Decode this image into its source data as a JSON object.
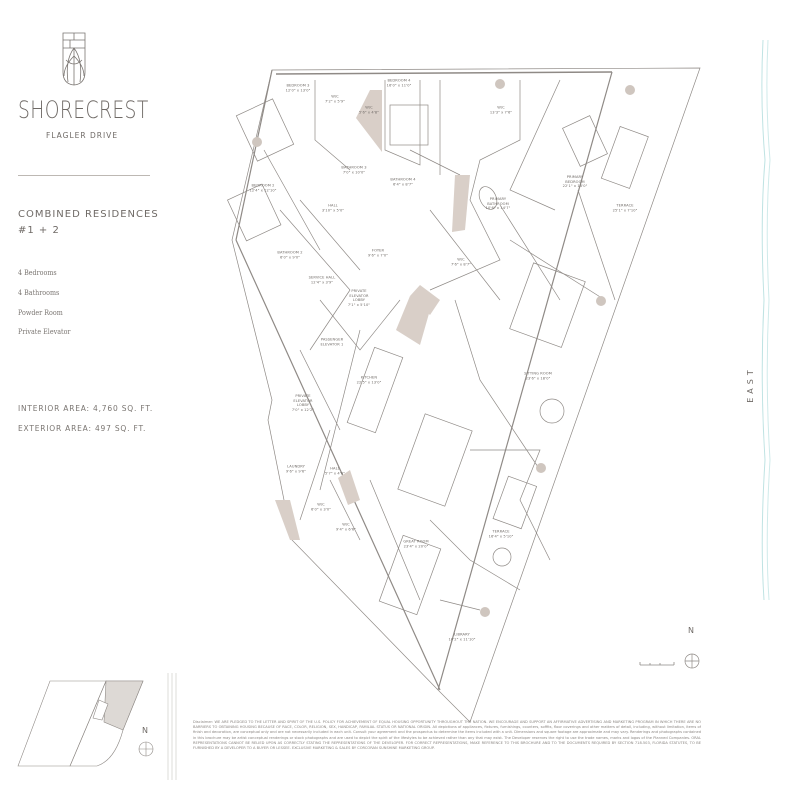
{
  "brand": {
    "name": "SHORECREST",
    "subtitle": "FLAGLER DRIVE",
    "logo": "shield-fan-logo"
  },
  "residence": {
    "title_line1": "COMBINED RESIDENCES",
    "title_line2": "#1 + 2",
    "features": [
      "4 Bedrooms",
      "4 Bathrooms",
      "Powder Room",
      "Private Elevator"
    ],
    "interior_area": "INTERIOR AREA: 4,760 SQ. FT.",
    "exterior_area": "EXTERIOR AREA: 497 SQ. FT."
  },
  "rooms": [
    {
      "name": "BEDROOM 3",
      "size": "12'0\" x 13'0\""
    },
    {
      "name": "W/C",
      "size": "7'2\" x 5'9\""
    },
    {
      "name": "W/C",
      "size": "5'6\" x 4'8\""
    },
    {
      "name": "BEDROOM 4",
      "size": "16'0\" x 11'0\""
    },
    {
      "name": "W/C",
      "size": "13'3\" x 7'6\""
    },
    {
      "name": "PRIMARY\nBEDROOM",
      "size": "22'1\" x 16'0\""
    },
    {
      "name": "TERRACE",
      "size": "25'1\" x 7'10\""
    },
    {
      "name": "BEDROOM 2",
      "size": "12'4\" x 12'10\""
    },
    {
      "name": "BATHROOM 3",
      "size": "7'0\" x 10'0\""
    },
    {
      "name": "BATHROOM 4",
      "size": "6'4\" x 8'7\""
    },
    {
      "name": "HALL",
      "size": "3'10\" x 5'0\""
    },
    {
      "name": "PRIMARY\nBATHROOM",
      "size": "10'6\" x 14'7\""
    },
    {
      "name": "W/C",
      "size": "7'6\" x 8'7\""
    },
    {
      "name": "FOYER",
      "size": "9'6\" x 7'0\""
    },
    {
      "name": "BATHROOM 2",
      "size": "6'0\" x 9'0\""
    },
    {
      "name": "SERVICE HALL",
      "size": "12'4\" x 3'9\""
    },
    {
      "name": "PRIVATE\nELEVATOR\nLOBBY",
      "size": "7'1\" x 5'10\""
    },
    {
      "name": "PASSENGER\nELEVATOR 1",
      "size": ""
    },
    {
      "name": "KITCHEN",
      "size": "22'5\" x 13'0\""
    },
    {
      "name": "PRIVATE\nELEVATOR\nLOBBY",
      "size": "7'0\" x 12'2\""
    },
    {
      "name": "SITTING ROOM",
      "size": "23'6\" x 18'0\""
    },
    {
      "name": "LAUNDRY",
      "size": "9'6\" x 9'6\""
    },
    {
      "name": "HALL",
      "size": "5'7\" x 4'0\""
    },
    {
      "name": "W/C",
      "size": "6'0\" x 3'0\""
    },
    {
      "name": "W/C",
      "size": "9'4\" x 6'6\""
    },
    {
      "name": "GREAT ROOM",
      "size": "23'4\" x 20'0\""
    },
    {
      "name": "TERRACE",
      "size": "16'4\" x 5'10\""
    },
    {
      "name": "LIBRARY",
      "size": "10'2\" x 11'10\""
    }
  ],
  "compass": {
    "north_label": "N",
    "east_label": "EAST"
  },
  "disclaimer": "Disclaimer: WE ARE PLEDGED TO THE LETTER AND SPIRIT OF THE U.S. POLICY FOR ACHIEVEMENT OF EQUAL HOUSING OPPORTUNITY THROUGHOUT THE NATION. WE ENCOURAGE AND SUPPORT AN AFFIRMATIVE ADVERTISING AND MARKETING PROGRAM IN WHICH THERE ARE NO BARRIERS TO OBTAINING HOUSING BECAUSE OF RACE, COLOR, RELIGION, SEX, HANDICAP, FAMILIAL STATUS OR NATIONAL ORIGIN. All depictions of appliances, fixtures, furnishings, counters, soffits, floor coverings and other matters of detail, including, without limitation, items of finish and decoration, are conceptual only and are not necessarily included in each unit. Consult your agreement and the prospectus to determine the items included with a unit. Dimensions and square footage are approximate and may vary. Renderings and photographs contained in this brochure may be artist conceptual renderings or stock photographs and are used to depict the spirit of the lifestyles to be achieved rather than any that may exist. The Developer reserves the right to use the trade names, marks and logos of the Planned Companies. ORAL REPRESENTATIONS CANNOT BE RELIED UPON AS CORRECTLY STATING THE REPRESENTATIONS OF THE DEVELOPER. FOR CORRECT REPRESENTATIONS, MAKE REFERENCE TO THIS BROCHURE AND TO THE DOCUMENTS REQUIRED BY SECTION 718.503, FLORIDA STATUTES, TO BE FURNISHED BY A DEVELOPER TO A BUYER OR LESSEE. EXCLUSIVE MARKETING & SALES BY CORCORAN SUNSHINE MARKETING GROUP.",
  "colors": {
    "text": "#6f6a66",
    "wall": "#d9cfc8",
    "line": "#8f8a86",
    "water": "#bfe3e3"
  }
}
